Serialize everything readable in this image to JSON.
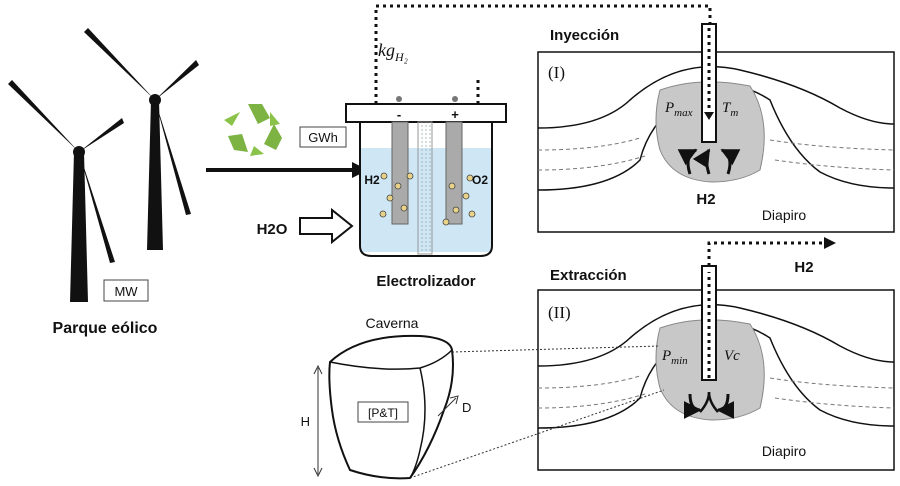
{
  "wind_farm": {
    "caption": "Parque eólico",
    "unit_box": "MW"
  },
  "energy_unit_box": "GWh",
  "water_input": "H2O",
  "electrolyzer": {
    "caption": "Electrolizador",
    "minus": "-",
    "plus": "+",
    "h2_label": "H2",
    "o2_label": "O2",
    "flow_label": "kgH2"
  },
  "injection": {
    "title": "Inyección",
    "roman": "(I)",
    "pressure": "Pmax",
    "temperature": "Tm",
    "gas": "H2",
    "diapir": "Diapiro"
  },
  "extraction": {
    "title": "Extracción",
    "roman": "(II)",
    "pressure": "Pmin",
    "volume": "Vc",
    "gas_out": "H2",
    "diapir": "Diapiro"
  },
  "cavern": {
    "title": "Caverna",
    "pt_box": "[P&T]",
    "height": "H",
    "depth": "D"
  },
  "colors": {
    "recycle_green": "#7cb342",
    "water_blue": "#cfe6f5",
    "cavity_grey": "#c8c8c8"
  }
}
